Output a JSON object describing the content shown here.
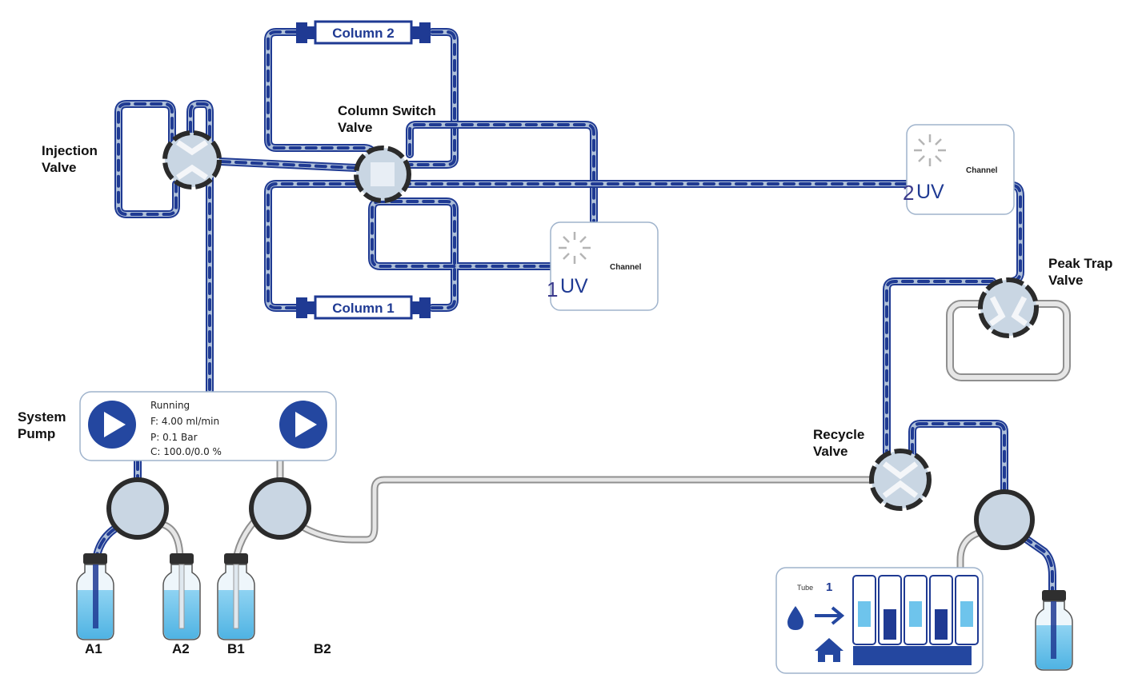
{
  "colors": {
    "tube_outer": "#1f3a93",
    "tube_inner": "#aebfd8",
    "dash": "#1f3a93",
    "gray_tube": "#a9a9a9",
    "valve_fill": "#c9d6e3",
    "valve_ring": "#333333",
    "liquid": "#6ec4ec",
    "brand_blue": "#2447a0"
  },
  "labels": {
    "injection_valve": [
      "Injection",
      "Valve"
    ],
    "column_switch_valve": [
      "Column Switch",
      "Valve"
    ],
    "peak_trap_valve": [
      "Peak Trap",
      "Valve"
    ],
    "recycle_valve": [
      "Recycle",
      "Valve"
    ],
    "system_pump": [
      "System",
      "Pump"
    ],
    "column_1": "Column 1",
    "column_2": "Column 2"
  },
  "uv_detectors": [
    {
      "number": "1",
      "text": "UV",
      "channel_label": "Channel"
    },
    {
      "number": "2",
      "text": "UV",
      "channel_label": "Channel"
    }
  ],
  "pump_status": {
    "state": "Running",
    "flow": "F: 4.00 ml/min",
    "pressure": "P: 0.1  Bar",
    "composition": "C: 100.0/0.0 %"
  },
  "bottles": [
    "A1",
    "A2",
    "B1",
    "B2"
  ],
  "fraction_collector": {
    "tube_label": "Tube",
    "tube_number": "1",
    "icons": [
      "drop-icon",
      "arrow-right-icon",
      "home-icon"
    ]
  }
}
